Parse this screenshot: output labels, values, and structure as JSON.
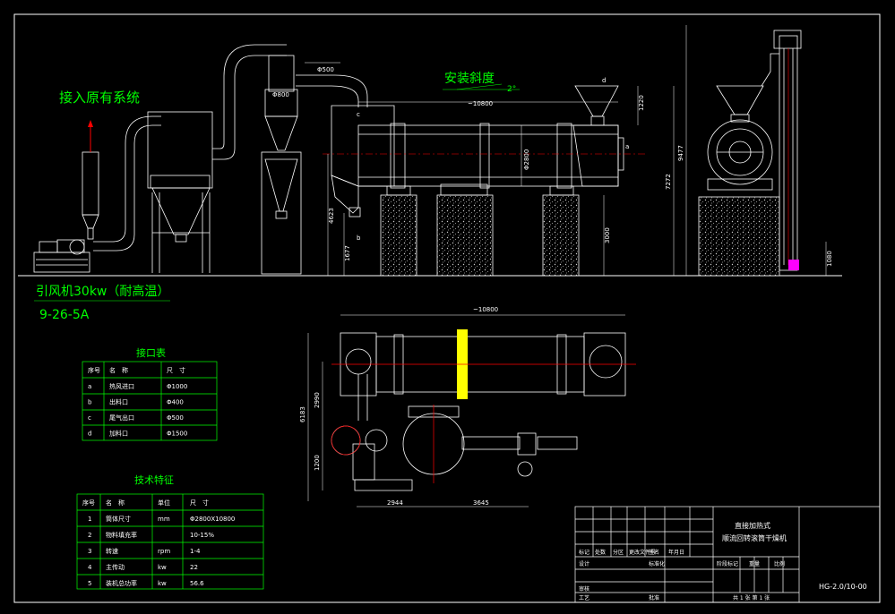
{
  "notes": {
    "connect_original": "接入原有系统",
    "fan_name": "引风机30kw（耐高温）",
    "fan_model": "9-26-5A",
    "install_slope": "安装斜度",
    "slope_angle": "2°"
  },
  "dims": {
    "phi500": "Φ500",
    "phi800": "Φ800",
    "len_top": "~10800",
    "len_plan": "~10800",
    "phi2800": "Φ2800",
    "h1220": "1220",
    "h7272": "7272",
    "h9477": "9477",
    "h3000": "3000",
    "h4623": "4623",
    "h1677": "1677",
    "h1080": "1080",
    "h6183": "6183",
    "h2990": "2990",
    "h1200": "1200",
    "w2944": "2944",
    "w3645": "3645",
    "lbl_a": "a",
    "lbl_b": "b",
    "lbl_c": "c",
    "lbl_d": "d"
  },
  "interface_table": {
    "title": "接口表",
    "headers": [
      "序号",
      "名　称",
      "尺　寸"
    ],
    "rows": [
      [
        "a",
        "热风进口",
        "Φ1000"
      ],
      [
        "b",
        "出料口",
        "Φ400"
      ],
      [
        "c",
        "尾气出口",
        "Φ500"
      ],
      [
        "d",
        "加料口",
        "Φ1500"
      ]
    ]
  },
  "tech_table": {
    "title": "技术特征",
    "headers": [
      "序号",
      "名　称",
      "单位",
      "尺　寸"
    ],
    "rows": [
      [
        "1",
        "筒体尺寸",
        "mm",
        "Φ2800X10800"
      ],
      [
        "2",
        "物料填充率",
        "",
        "10-15%"
      ],
      [
        "3",
        "转速",
        "rpm",
        "1-4"
      ],
      [
        "4",
        "主传动",
        "kw",
        "22"
      ],
      [
        "5",
        "装机总功率",
        "kw",
        "56.6"
      ]
    ]
  },
  "title_block": {
    "title_line1": "直接加热式",
    "title_line2": "顺流回转滚筒干燥机",
    "drawing_no": "HG-2.0/10-00",
    "r1": [
      "标记",
      "处数",
      "分区",
      "更改文件号",
      "签名",
      "年月日"
    ],
    "r2": [
      "设计",
      "标准化"
    ],
    "r3": [
      "审核"
    ],
    "r4": [
      "工艺",
      "批准"
    ],
    "stage": [
      "阶段标记",
      "重量",
      "比例"
    ],
    "sheet": "共 1 张  第 1 张"
  }
}
